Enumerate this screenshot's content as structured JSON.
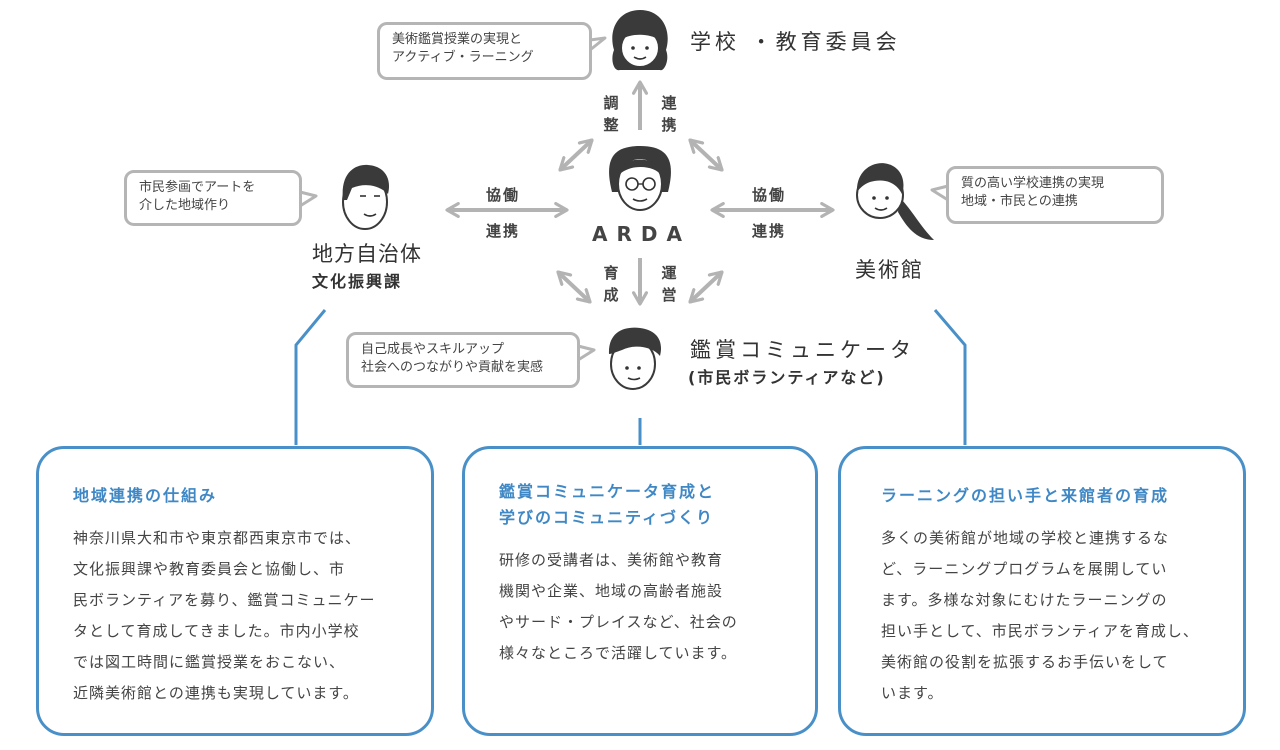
{
  "nodes": {
    "school": {
      "label": "学校 ・教育委員会",
      "bubble": [
        "美術鑑賞授業の実現と",
        "アクティブ・ラーニング"
      ]
    },
    "local_gov": {
      "label": "地方自治体",
      "sublabel": "文化振興課",
      "bubble": [
        "市民参画でアートを",
        "介した地域作り"
      ]
    },
    "arda": {
      "label": "ARDA"
    },
    "museum": {
      "label": "美術館",
      "bubble": [
        "質の高い学校連携の実現",
        "地域・市民との連携"
      ]
    },
    "communicator": {
      "label": "鑑賞コミュニケータ",
      "sublabel": "(市民ボランティアなど)",
      "bubble": [
        "自己成長やスキルアップ",
        "社会へのつながりや貢献を実感"
      ]
    }
  },
  "relations": {
    "top_left": "調整",
    "top_right": "連携",
    "left_top": "協働",
    "left_bottom": "連携",
    "right_top": "協働",
    "right_bottom": "連携",
    "bottom_left": "育成",
    "bottom_right": "運営"
  },
  "cards": [
    {
      "title": [
        "地域連携の仕組み"
      ],
      "body": [
        "神奈川県大和市や東京都西東京市では、",
        "文化振興課や教育委員会と協働し、市",
        "民ボランティアを募り、鑑賞コミュニケー",
        "タとして育成してきました。市内小学校",
        "では図工時間に鑑賞授業をおこない、",
        "近隣美術館との連携も実現しています。"
      ]
    },
    {
      "title": [
        "鑑賞コミュニケータ育成と",
        "学びのコミュニティづくり"
      ],
      "body": [
        "研修の受講者は、美術館や教育",
        "機関や企業、地域の高齢者施設",
        "やサード・プレイスなど、社会の",
        "様々なところで活躍しています。"
      ]
    },
    {
      "title": [
        "ラーニングの担い手と来館者の育成"
      ],
      "body": [
        "多くの美術館が地域の学校と連携するな",
        "ど、ラーニングプログラムを展開してい",
        "ます。多様な対象にむけたラーニングの",
        "担い手として、市民ボランティアを育成し、",
        "美術館の役割を拡張するお手伝いをして",
        "います。"
      ]
    }
  ],
  "colors": {
    "accent": "#4a90c8",
    "arrow": "#b3b3b3",
    "text": "#333333",
    "hair": "#3a3a3a"
  }
}
